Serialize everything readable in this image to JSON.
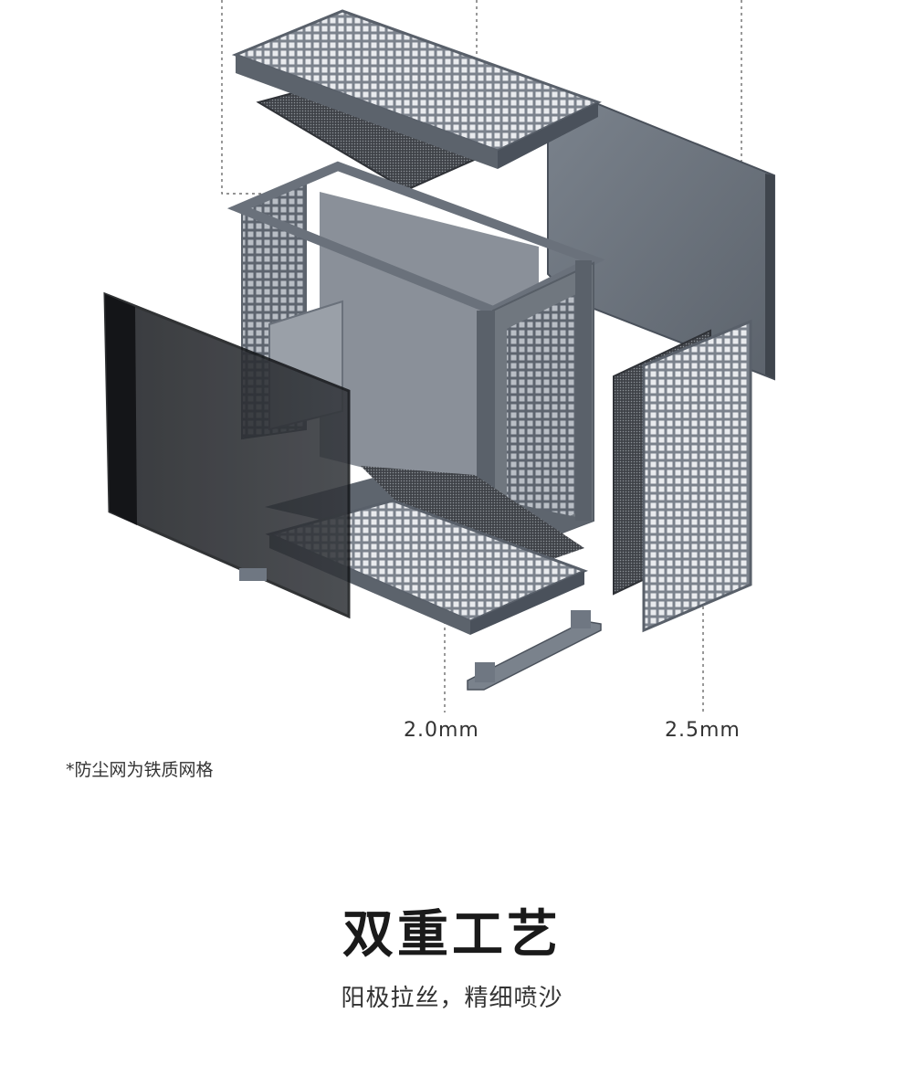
{
  "dimensions": {
    "mesh_thickness_left": "2.0mm",
    "mesh_thickness_right": "2.5mm"
  },
  "footnote": "*防尘网为铁质网格",
  "headline": "双重工艺",
  "subline": "阳极拉丝，精细喷沙",
  "colors": {
    "metal": "#6f7782",
    "metal_dark": "#4a515b",
    "glass": "#2a2c30",
    "mesh_grid": "#9aa1aa"
  }
}
